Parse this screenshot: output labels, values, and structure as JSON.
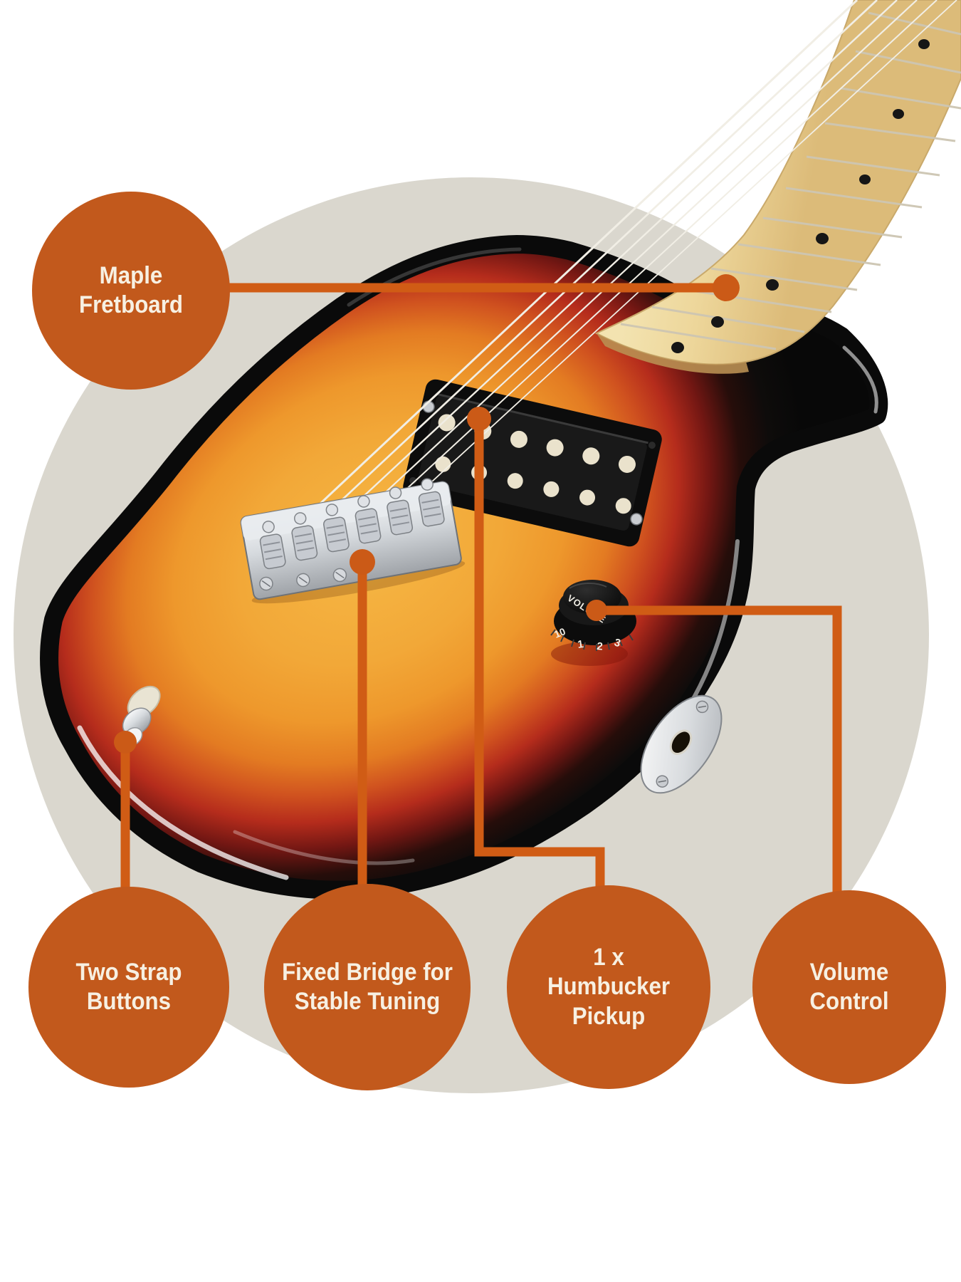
{
  "callouts": [
    {
      "id": "maple-fretboard",
      "label": "Maple Fretboard"
    },
    {
      "id": "two-strap-buttons",
      "label": "Two Strap Buttons"
    },
    {
      "id": "fixed-bridge",
      "label": "Fixed Bridge for Stable Tuning"
    },
    {
      "id": "humbucker-pickup",
      "label": "1 x Humbucker Pickup"
    },
    {
      "id": "volume-control",
      "label": "Volume Control"
    }
  ],
  "knob": {
    "label": "VOLUME",
    "ticks": [
      "10",
      "1",
      "2",
      "3"
    ]
  },
  "colors": {
    "accent_circle": "#C2591C",
    "connector_line": "#D05C15",
    "connector_dot": "#CB5A17",
    "background_circle": "#DAD7CE",
    "page_background": "#FFFFFF",
    "label_text": "#F7F0E2",
    "sunburst_yellow": "#F2A838",
    "sunburst_red": "#C63722",
    "body_black": "#0B0B0B"
  }
}
